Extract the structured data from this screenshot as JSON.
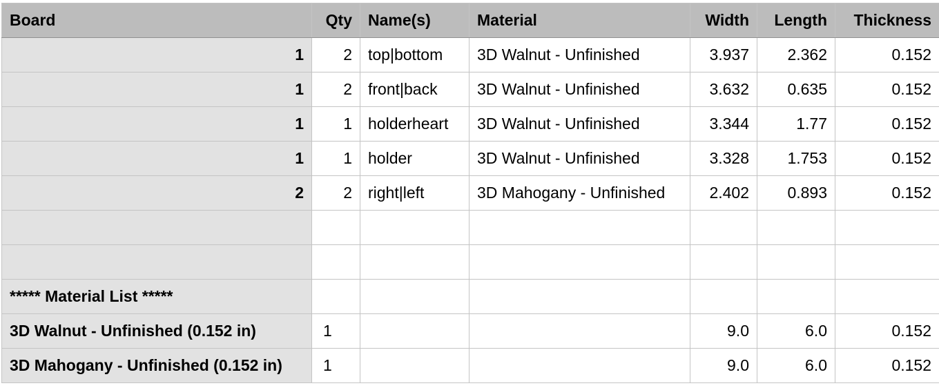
{
  "headers": {
    "board": "Board",
    "qty": "Qty",
    "names": "Name(s)",
    "material": "Material",
    "width": "Width",
    "length": "Length",
    "thickness": "Thickness"
  },
  "rows": [
    {
      "board": "1",
      "qty": "2",
      "names": "top|bottom",
      "material": "3D Walnut - Unfinished",
      "width": "3.937",
      "length": "2.362",
      "thickness": "0.152"
    },
    {
      "board": "1",
      "qty": "2",
      "names": "front|back",
      "material": "3D Walnut - Unfinished",
      "width": "3.632",
      "length": "0.635",
      "thickness": "0.152"
    },
    {
      "board": "1",
      "qty": "1",
      "names": "holderheart",
      "material": "3D Walnut - Unfinished",
      "width": "3.344",
      "length": "1.77",
      "thickness": "0.152"
    },
    {
      "board": "1",
      "qty": "1",
      "names": "holder",
      "material": "3D Walnut - Unfinished",
      "width": "3.328",
      "length": "1.753",
      "thickness": "0.152"
    },
    {
      "board": "2",
      "qty": "2",
      "names": "right|left",
      "material": "3D Mahogany - Unfinished",
      "width": "2.402",
      "length": "0.893",
      "thickness": "0.152"
    },
    {
      "board": "",
      "qty": "",
      "names": "",
      "material": "",
      "width": "",
      "length": "",
      "thickness": ""
    },
    {
      "board": "",
      "qty": "",
      "names": "",
      "material": "",
      "width": "",
      "length": "",
      "thickness": ""
    }
  ],
  "material_list": {
    "title": "***** Material List *****",
    "items": [
      {
        "label": "3D Walnut - Unfinished (0.152 in)",
        "qty": "1",
        "names": "",
        "material": "",
        "width": "9.0",
        "length": "6.0",
        "thickness": "0.152"
      },
      {
        "label": "3D Mahogany - Unfinished (0.152 in)",
        "qty": "1",
        "names": "",
        "material": "",
        "width": "9.0",
        "length": "6.0",
        "thickness": "0.152"
      }
    ]
  }
}
